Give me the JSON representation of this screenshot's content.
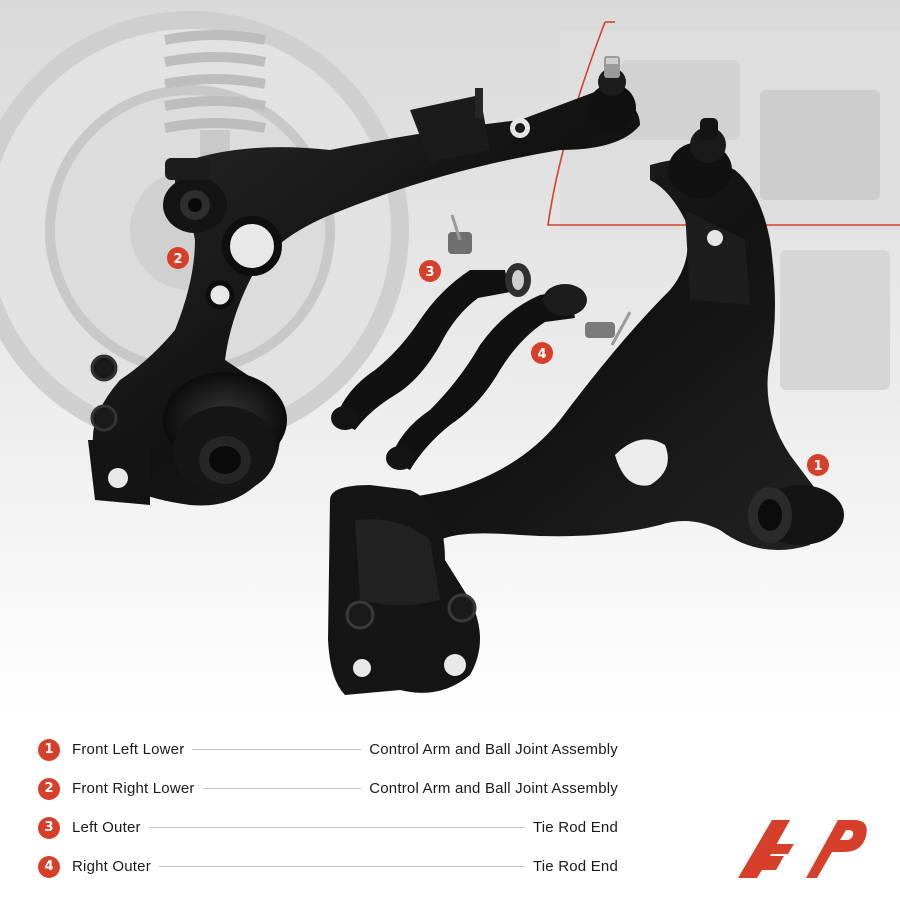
{
  "badges": [
    {
      "number": "1"
    },
    {
      "number": "2"
    },
    {
      "number": "3"
    },
    {
      "number": "4"
    }
  ],
  "legend": [
    {
      "number": "1",
      "left": "Front Left Lower",
      "right": "Control Arm and Ball Joint Assembly"
    },
    {
      "number": "2",
      "left": "Front Right Lower",
      "right": "Control Arm and Ball Joint Assembly"
    },
    {
      "number": "3",
      "left": "Left Outer",
      "right": "Tie Rod End"
    },
    {
      "number": "4",
      "left": "Right Outer",
      "right": "Tie Rod End"
    }
  ],
  "colors": {
    "accent": "#d6402b",
    "part": "#151515",
    "background_tint": "#e9e9e9"
  },
  "icons": {
    "logo": "brand-logo-icon"
  }
}
